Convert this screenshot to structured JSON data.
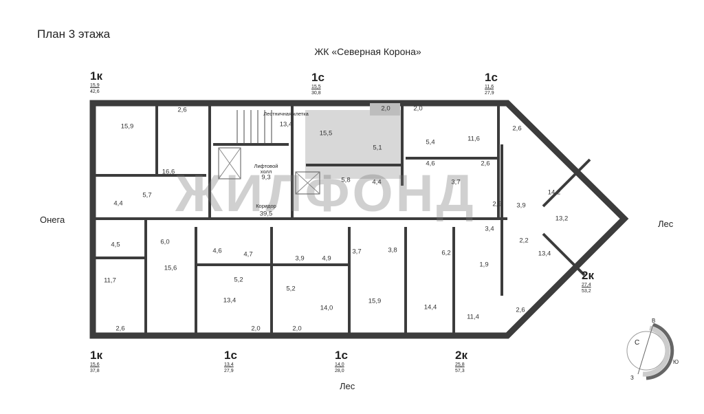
{
  "header": {
    "title": "План 3 этажа",
    "complex": "ЖК «Северная Корона»"
  },
  "sides": {
    "left": "Онега",
    "right": "Лес",
    "bottom": "Лес"
  },
  "watermark": "ЖИЛФОНД",
  "apartments": [
    {
      "type": "1к",
      "living": "15,9",
      "total": "42,6"
    },
    {
      "type": "1с",
      "living": "15,5",
      "total": "30,8"
    },
    {
      "type": "1с",
      "living": "11,6",
      "total": "27,9"
    },
    {
      "type": "2к",
      "living": "27,4",
      "total": "53,2"
    },
    {
      "type": "1к",
      "living": "15,6",
      "total": "37,8"
    },
    {
      "type": "1с",
      "living": "13,4",
      "total": "27,9"
    },
    {
      "type": "1с",
      "living": "14,0",
      "total": "28,0"
    },
    {
      "type": "2к",
      "living": "25,8",
      "total": "57,3"
    }
  ],
  "common": {
    "stairs": "Лестничная клетка",
    "stairs_area": "13,4",
    "lift": "Лифтовой холл",
    "lift_area": "9,3",
    "corridor": "Коридор",
    "corridor_area": "39,5"
  },
  "rooms": [
    "2,6",
    "15,9",
    "16,6",
    "4,4",
    "5,7",
    "4,5",
    "6,0",
    "11,7",
    "15,6",
    "2,6",
    "4,6",
    "4,7",
    "5,2",
    "13,4",
    "2,0",
    "3,9",
    "4,9",
    "5,2",
    "14,0",
    "2,0",
    "3,7",
    "3,8",
    "15,9",
    "6,2",
    "14,4",
    "1,9",
    "11,4",
    "2,6",
    "13,4",
    "2,2",
    "3,4",
    "13,2",
    "2,9",
    "3,9",
    "14,2",
    "2,6",
    "11,6",
    "2,6",
    "3,7",
    "4,6",
    "5,4",
    "2,0",
    "2,0",
    "15,5",
    "5,1",
    "5,8",
    "4,4"
  ],
  "compass": {
    "n": "С",
    "e": "В",
    "s": "Ю",
    "w": "З"
  }
}
